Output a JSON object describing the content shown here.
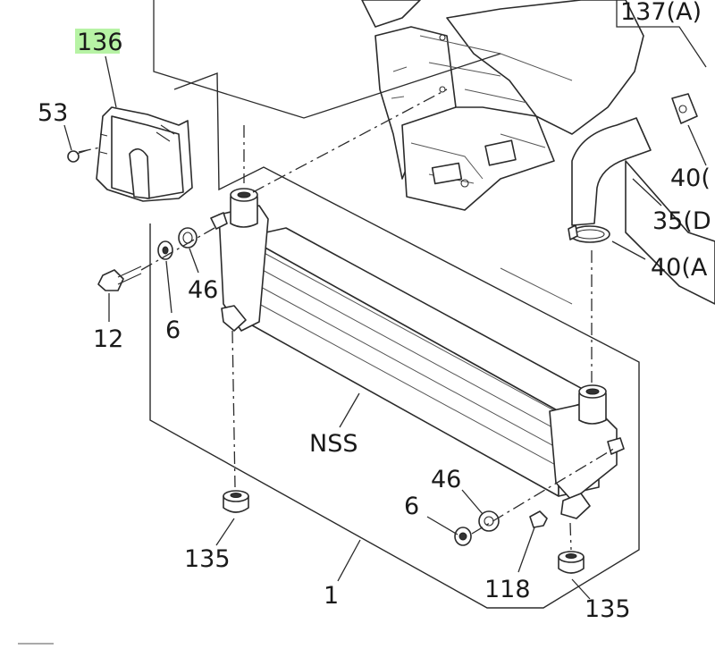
{
  "callouts": {
    "c136": "136",
    "c53": "53",
    "c137": "137(A)",
    "c40_top": "40(",
    "c35": "35(D",
    "c40a": "40(A",
    "c46_left": "46",
    "c6_left": "6",
    "c12": "12",
    "nss": "NSS",
    "c46_right": "46",
    "c6_right": "6",
    "c118": "118",
    "c135_left": "135",
    "c1": "1",
    "c135_right": "135"
  },
  "colors": {
    "highlight": "#b7f3a5",
    "line": "#2b2b2b"
  }
}
